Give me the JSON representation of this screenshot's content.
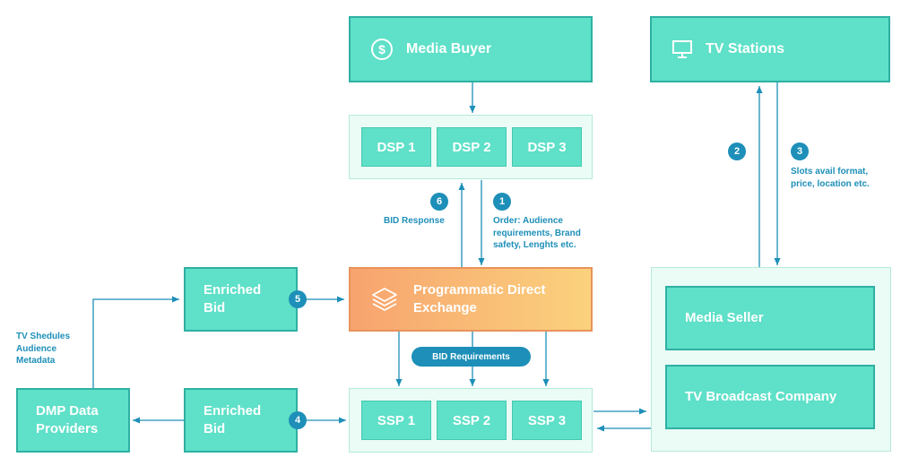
{
  "nodes": {
    "media_buyer": "Media Buyer",
    "tv_stations": "TV Stations",
    "dsp": [
      "DSP 1",
      "DSP 2",
      "DSP 3"
    ],
    "exchange": [
      "Programmatic Direct",
      "Exchange"
    ],
    "ssp": [
      "SSP 1",
      "SSP 2",
      "SSP 3"
    ],
    "enriched_bid_top": [
      "Enriched",
      "Bid"
    ],
    "enriched_bid_bottom": [
      "Enriched",
      "Bid"
    ],
    "dmp": [
      "DMP Data",
      "Providers"
    ],
    "media_seller": "Media Seller",
    "broadcast": "TV Broadcast Company"
  },
  "steps": [
    "1",
    "2",
    "3",
    "4",
    "5",
    "6"
  ],
  "labels": {
    "bid_response": "BID Response",
    "order": [
      "Order: Audience",
      "requirements, Brand",
      "safety, Lenghts etc."
    ],
    "slots": [
      "Slots avail format,",
      "price, location etc."
    ],
    "tv_schedules": [
      "TV Shedules",
      "Audience",
      "Metadata"
    ],
    "bid_requirements": "BID Requirements"
  },
  "icons": {
    "media_buyer": "dollar-circle-icon",
    "tv_stations": "tv-monitor-icon",
    "exchange": "layers-stack-icon"
  },
  "colors": {
    "node_fill": "#5fe0c8",
    "node_border": "#2fb0a3",
    "container_fill": "#ebfbf6",
    "accent_blue": "#1d8fb8",
    "exchange_gradient": [
      "#f7a36e",
      "#fbd27d"
    ]
  }
}
